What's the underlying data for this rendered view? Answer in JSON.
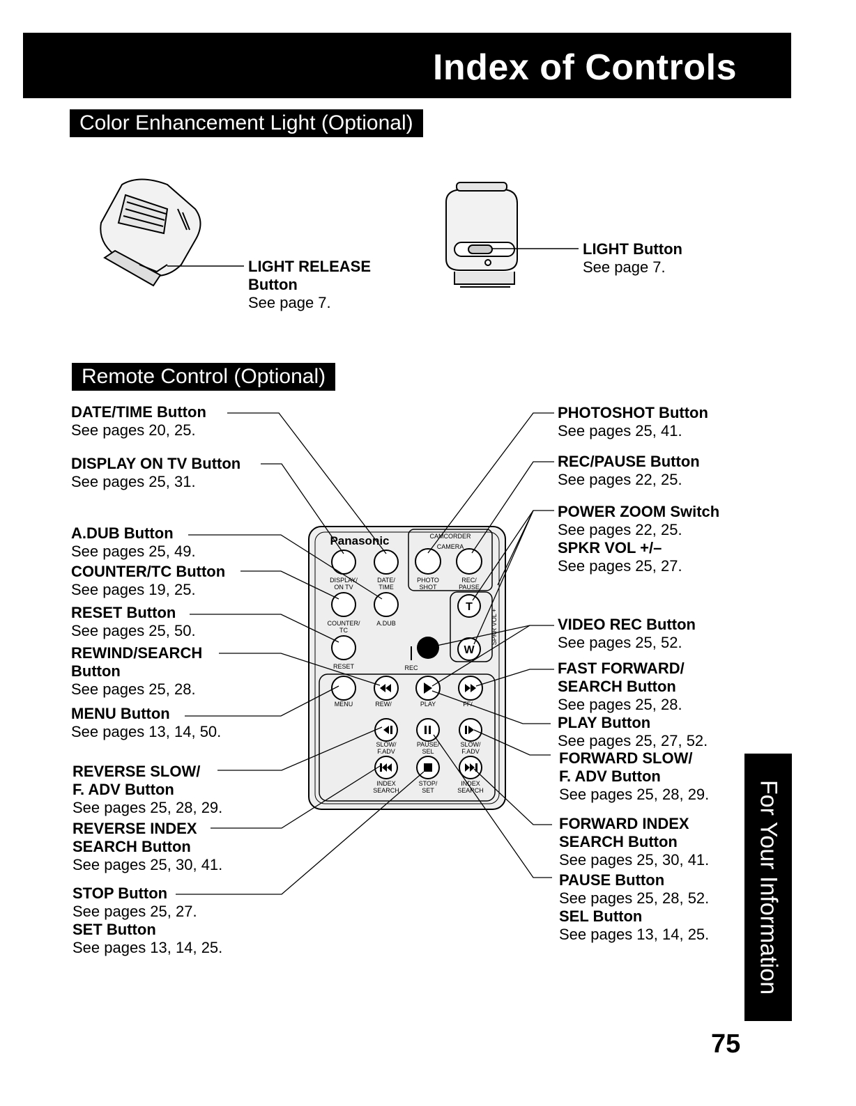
{
  "page_title": "Index of Controls",
  "sections": {
    "light": "Color Enhancement Light (Optional)",
    "remote": "Remote Control (Optional)"
  },
  "light_labels": {
    "release": {
      "name": "LIGHT RELEASE",
      "name2": "Button",
      "ref": "See page 7."
    },
    "button": {
      "name": "LIGHT Button",
      "ref": "See page 7."
    }
  },
  "left_labels": [
    {
      "name": "DATE/TIME Button",
      "ref": "See pages 20, 25."
    },
    {
      "name": "DISPLAY ON TV Button",
      "ref": "See pages 25, 31."
    },
    {
      "name": "A.DUB Button",
      "ref": "See pages 25, 49."
    },
    {
      "name": "COUNTER/TC Button",
      "ref": "See pages 19, 25."
    },
    {
      "name": "RESET Button",
      "ref": "See pages 25, 50."
    },
    {
      "name": "REWIND/SEARCH",
      "name2": "Button",
      "ref": "See pages 25, 28."
    },
    {
      "name": "MENU Button",
      "ref": "See pages 13, 14, 50."
    },
    {
      "name": "REVERSE SLOW/",
      "name2": "F. ADV Button",
      "ref": "See pages 25, 28, 29."
    },
    {
      "name": "REVERSE INDEX",
      "name2": "SEARCH Button",
      "ref": "See pages 25, 30, 41."
    },
    {
      "name": "STOP Button",
      "ref": "See pages 25, 27.",
      "name3": "SET Button",
      "ref3": "See pages 13, 14, 25."
    }
  ],
  "right_labels": [
    {
      "name": "PHOTOSHOT Button",
      "ref": "See pages 25, 41."
    },
    {
      "name": "REC/PAUSE Button",
      "ref": "See pages 22, 25."
    },
    {
      "name": "POWER ZOOM Switch",
      "ref": "See pages 22, 25.",
      "name3": "SPKR VOL +/–",
      "ref3": "See pages 25, 27."
    },
    {
      "name": "VIDEO REC Button",
      "ref": "See pages 25, 52."
    },
    {
      "name": "FAST FORWARD/",
      "name2": "SEARCH Button",
      "ref": "See pages 25, 28."
    },
    {
      "name": "PLAY Button",
      "ref": "See pages 25, 27, 52."
    },
    {
      "name": "FORWARD SLOW/",
      "name2": "F. ADV Button",
      "ref": "See pages 25, 28, 29."
    },
    {
      "name": "FORWARD INDEX",
      "name2": "SEARCH Button",
      "ref": "See pages 25, 30, 41."
    },
    {
      "name": "PAUSE Button",
      "ref": "See pages 25, 28, 52.",
      "name3": "SEL Button",
      "ref3": "See pages 13, 14, 25."
    }
  ],
  "remote_text": {
    "brand": "Panasonic",
    "camcorder": "CAMCORDER",
    "camera": "CAMERA",
    "display": "DISPLAY/",
    "ontv": "ON TV",
    "date": "DATE/",
    "time": "TIME",
    "photo": "PHOTO",
    "shot": "SHOT",
    "rec": "REC/",
    "pause": "PAUSE",
    "counter": "COUNTER/",
    "tc": "TC",
    "adub": "A.DUB",
    "reset": "RESET",
    "rec_label": "REC",
    "spkr": "SPKR VOL +",
    "t": "T",
    "w": "W",
    "menu": "MENU",
    "rew": "REW/",
    "play": "PLAY",
    "ff": "FF/",
    "slow_l": "SLOW/",
    "fadv_l": "F.ADV",
    "pause_sel": "PAUSE/",
    "sel": "SEL",
    "slow_r": "SLOW/",
    "fadv_r": "F.ADV",
    "index_l": "INDEX",
    "search_l": "SEARCH",
    "stop": "STOP/",
    "set": "SET",
    "index_r": "INDEX",
    "search_r": "SEARCH"
  },
  "side_tab": "For Your Information",
  "page_number": "75"
}
